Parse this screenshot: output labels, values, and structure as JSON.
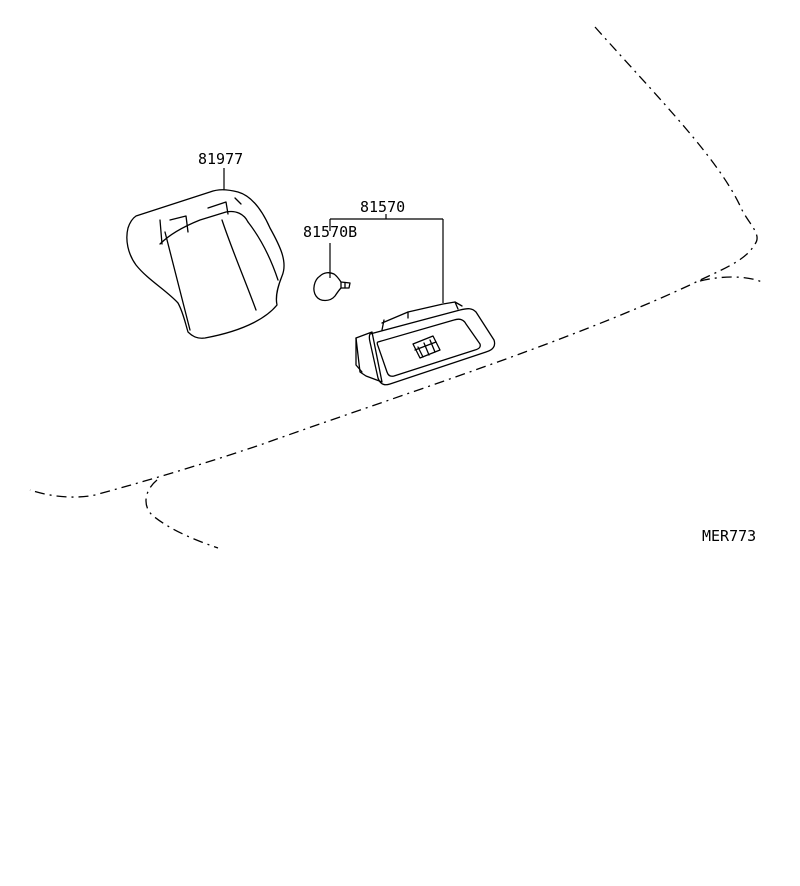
{
  "labels": {
    "reflector_part_no": "81977",
    "lamp_assy_part_no": "81570",
    "bulb_part_no": "81570B",
    "drawing_ref": "MER773"
  },
  "colors": {
    "ink": "#000000",
    "background": "#ffffff"
  }
}
